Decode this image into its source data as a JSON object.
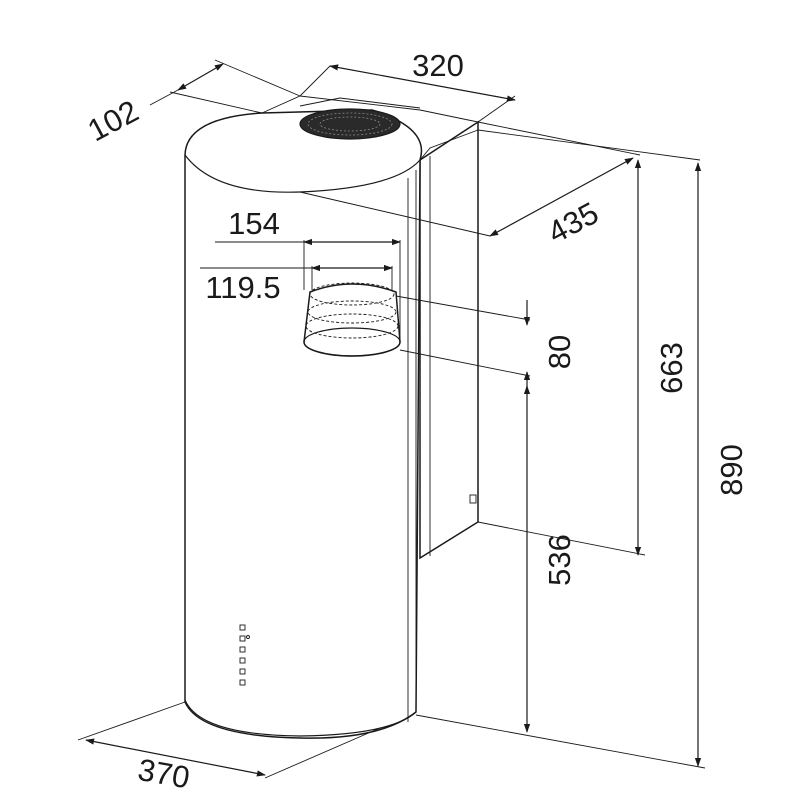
{
  "dimensions": {
    "d102": "102",
    "d320": "320",
    "d435": "435",
    "d154": "154",
    "d119_5": "119.5",
    "d80": "80",
    "d663": "663",
    "d890": "890",
    "d536": "536",
    "d370": "370"
  },
  "colors": {
    "line": "#1a1a1a",
    "background": "#ffffff"
  }
}
